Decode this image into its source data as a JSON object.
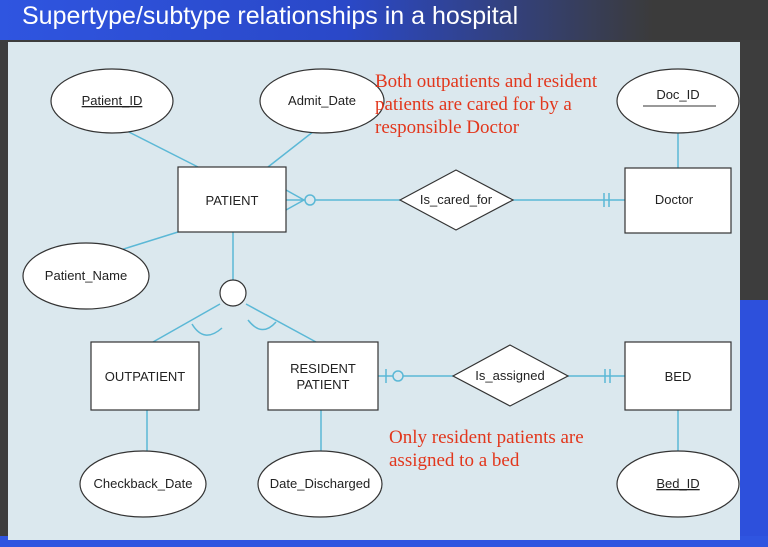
{
  "title": "Supertype/subtype relationships in a hospital",
  "entities": {
    "patient": "PATIENT",
    "doctor": "Doctor",
    "outpatient": "OUTPATIENT",
    "resident_1": "RESIDENT",
    "resident_2": "PATIENT",
    "bed": "BED"
  },
  "attributes": {
    "patient_id": "Patient_ID",
    "admit_date": "Admit_Date",
    "patient_name": "Patient_Name",
    "doc_id": "Doc_ID",
    "checkback_date": "Checkback_Date",
    "date_discharged": "Date_Discharged",
    "bed_id": "Bed_ID"
  },
  "relationships": {
    "is_cared_for": "Is_cared_for",
    "is_assigned": "Is_assigned"
  },
  "notes": {
    "cared_line1": "Both outpatients and resident",
    "cared_line2": "patients are cared for by a",
    "cared_line3": "responsible Doctor",
    "assigned_line1": "Only resident patients are",
    "assigned_line2": "assigned to a bed"
  },
  "colors": {
    "line": "#5bb8d6",
    "note": "#e2371d",
    "canvas": "#dbe8ee"
  }
}
